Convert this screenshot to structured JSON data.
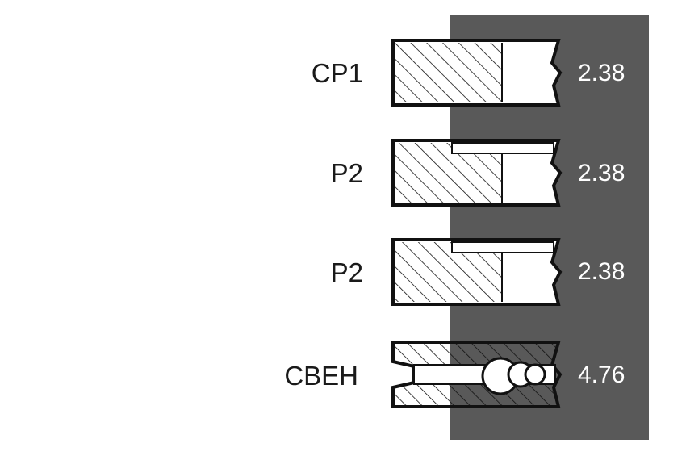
{
  "colors": {
    "panel": "#595959",
    "outline": "#111111",
    "ring_fill": "#ffffff",
    "label_text": "#1a1a1a",
    "value_text": "#ffffff"
  },
  "rings": [
    {
      "label": "CP1",
      "value": "2.38",
      "profile": "compression-top"
    },
    {
      "label": "P2",
      "value": "2.38",
      "profile": "compression-stepped"
    },
    {
      "label": "P2",
      "value": "2.38",
      "profile": "compression-stepped"
    },
    {
      "label": "CBEH",
      "value": "4.76",
      "profile": "oil-control-expander"
    }
  ]
}
